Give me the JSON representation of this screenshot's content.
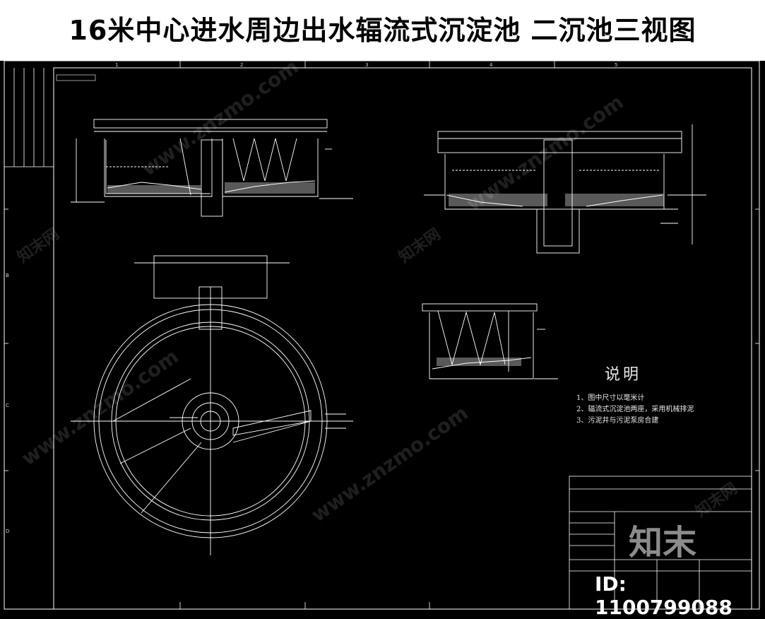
{
  "title": "16米中心进水周边出水辐流式沉淀池  二沉池三视图",
  "notes": {
    "heading": "说明",
    "items": [
      "1、图中尺寸以毫米计",
      "2、辐流式沉淀池两座，采用机械排泥",
      "3、污泥井与污泥泵房合建"
    ]
  },
  "grid": {
    "columns": [
      "1",
      "2",
      "3",
      "4",
      "5"
    ],
    "rows": [
      "B",
      "C",
      "D"
    ]
  },
  "watermark": {
    "logo": "知末",
    "id_label": "ID: 1100799088",
    "site": "www.znzmo.com",
    "brand": "知末网"
  },
  "colors": {
    "background": "#000000",
    "linework": "#ffffff",
    "title_bar": "#ffffff"
  }
}
